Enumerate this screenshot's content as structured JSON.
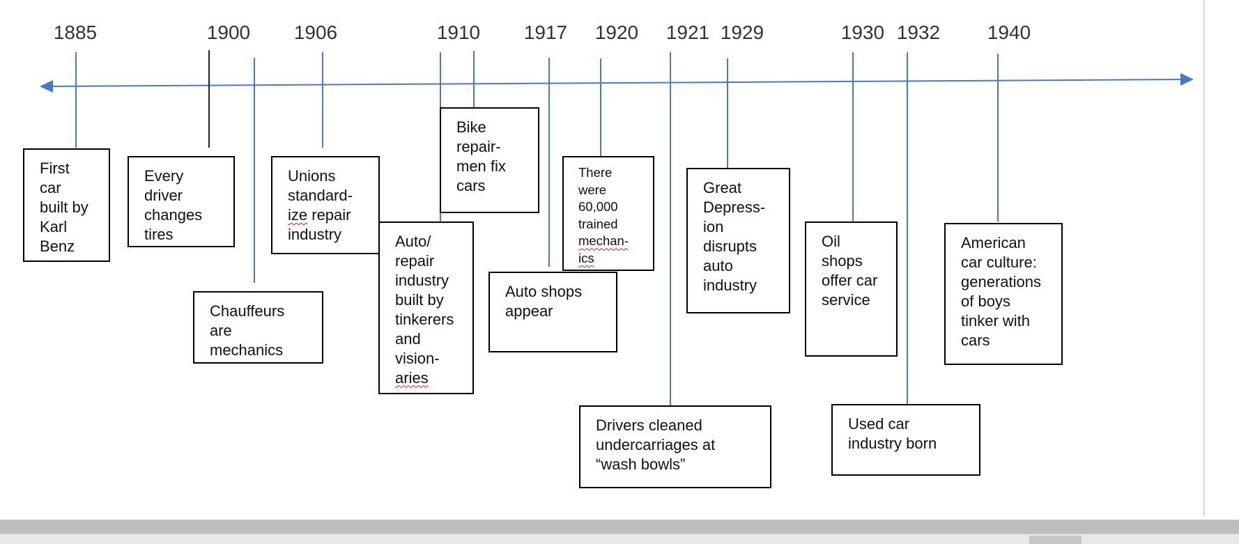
{
  "timeline": {
    "years": [
      "1885",
      "1900",
      "1906",
      "1910",
      "1917",
      "1920",
      "1921",
      "1929",
      "1930",
      "1932",
      "1940"
    ],
    "events": [
      {
        "lines": [
          "First",
          "car",
          "built by",
          "Karl",
          "Benz"
        ]
      },
      {
        "lines": [
          "Every",
          "driver",
          "changes",
          "tires"
        ]
      },
      {
        "lines": [
          "Chauffeurs",
          "are",
          "mechanics"
        ]
      },
      {
        "lines": [
          "Unions",
          "standard-",
          "ize repair",
          "industry"
        ]
      },
      {
        "lines": [
          "Auto/",
          "repair",
          "industry",
          "built by",
          "tinkerers",
          "and",
          "vision-",
          "aries"
        ]
      },
      {
        "lines": [
          "Bike",
          "repair-",
          "men fix",
          "cars"
        ]
      },
      {
        "lines": [
          "Auto shops",
          "appear"
        ]
      },
      {
        "lines": [
          "There",
          "were",
          "60,000",
          "trained",
          "mechan-",
          "ics"
        ]
      },
      {
        "lines": [
          "Drivers cleaned",
          "undercarriages at",
          "“wash bowls”"
        ]
      },
      {
        "lines": [
          "Great",
          "Depress-",
          "ion",
          "disrupts",
          "auto",
          "industry"
        ]
      },
      {
        "lines": [
          "Oil",
          "shops",
          "offer car",
          "service"
        ]
      },
      {
        "lines": [
          "Used car",
          "industry born"
        ]
      },
      {
        "lines": [
          "American",
          "car culture:",
          "generations",
          "of boys",
          "tinker with",
          "cars"
        ]
      }
    ]
  },
  "colors": {
    "axis": "#4a78c9",
    "connector": "#4a78c9",
    "black_connector": "#222222",
    "spellcheck": "#d81c1c"
  }
}
